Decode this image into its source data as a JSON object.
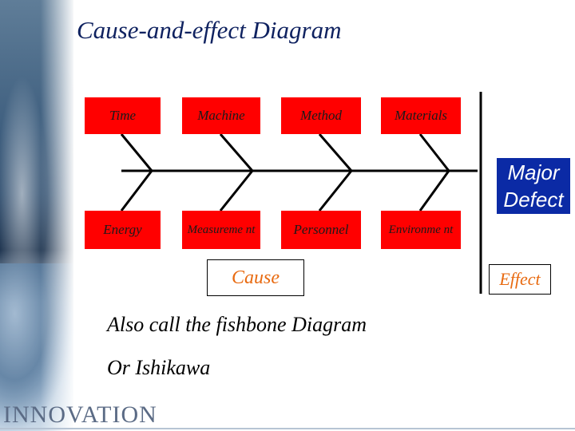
{
  "title": "Cause-and-effect Diagram",
  "causes_top": [
    "Time",
    "Machine",
    "Method",
    "Materials"
  ],
  "causes_bottom": [
    "Energy",
    "Measureme nt",
    "Personnel",
    "Environme nt"
  ],
  "effect_box": "Major Defect",
  "cause_label": "Cause",
  "effect_label": "Effect",
  "notes": [
    "Also call the fishbone Diagram",
    "Or Ishikawa"
  ],
  "logo": "INNOVATION",
  "colors": {
    "cause_box": "#ff0000",
    "effect_box": "#0b2aa5",
    "label_text": "#e86a10",
    "title": "#0f2260"
  }
}
